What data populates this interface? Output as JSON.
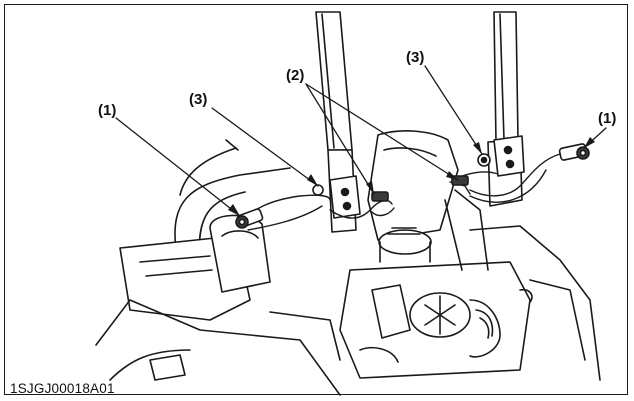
{
  "figure": {
    "code": "1SJGJ00018A01",
    "callouts": {
      "pin_left": "(1)",
      "pin_right": "(1)",
      "wire_pair": "(2)",
      "bracket_left": "(3)",
      "bracket_right": "(3)"
    }
  },
  "colors": {
    "ink": "#1a1a1a",
    "paper": "#ffffff",
    "shade": "#d9d9d9",
    "dark": "#3a3a3a"
  }
}
